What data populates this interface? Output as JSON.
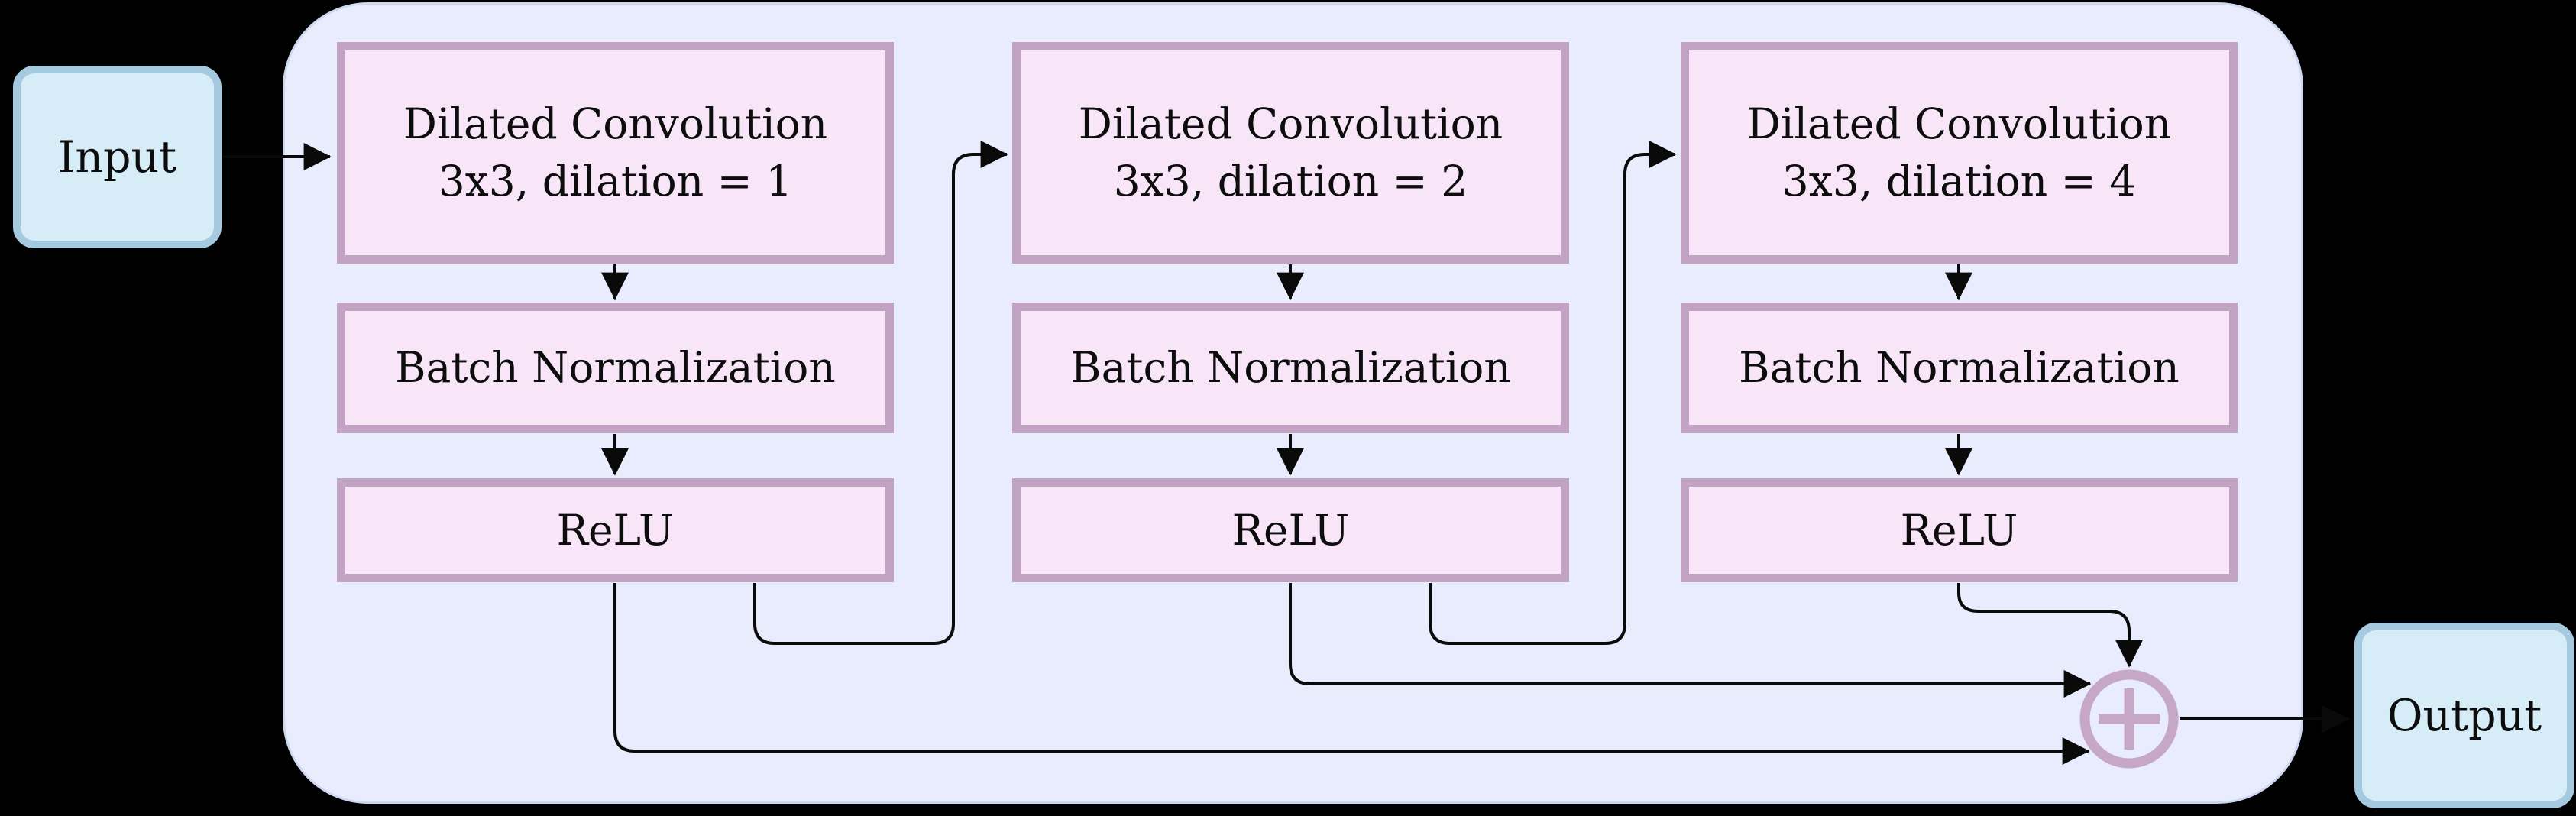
{
  "diagram": {
    "input_label": "Input",
    "output_label": "Output",
    "columns": [
      {
        "conv_line1": "Dilated Convolution",
        "conv_line2": "3x3, dilation = 1",
        "bn_label": "Batch Normalization",
        "relu_label": "ReLU"
      },
      {
        "conv_line1": "Dilated Convolution",
        "conv_line2": "3x3, dilation = 2",
        "bn_label": "Batch Normalization",
        "relu_label": "ReLU"
      },
      {
        "conv_line1": "Dilated Convolution",
        "conv_line2": "3x3, dilation = 4",
        "bn_label": "Batch Normalization",
        "relu_label": "ReLU"
      }
    ],
    "sum_node": {
      "symbol": "+"
    },
    "colors": {
      "background": "#000000",
      "container_fill": "#e8ecfd",
      "container_edge": "#cdd7ef",
      "block_fill": "#f8e6f8",
      "block_border": "#c2a3c4",
      "sum_ring": "#c6a7c8",
      "io_fill": "#d6edf8",
      "io_border": "#a5cadf",
      "wire": "#0a0a0a",
      "text": "#0d0d0d"
    }
  }
}
